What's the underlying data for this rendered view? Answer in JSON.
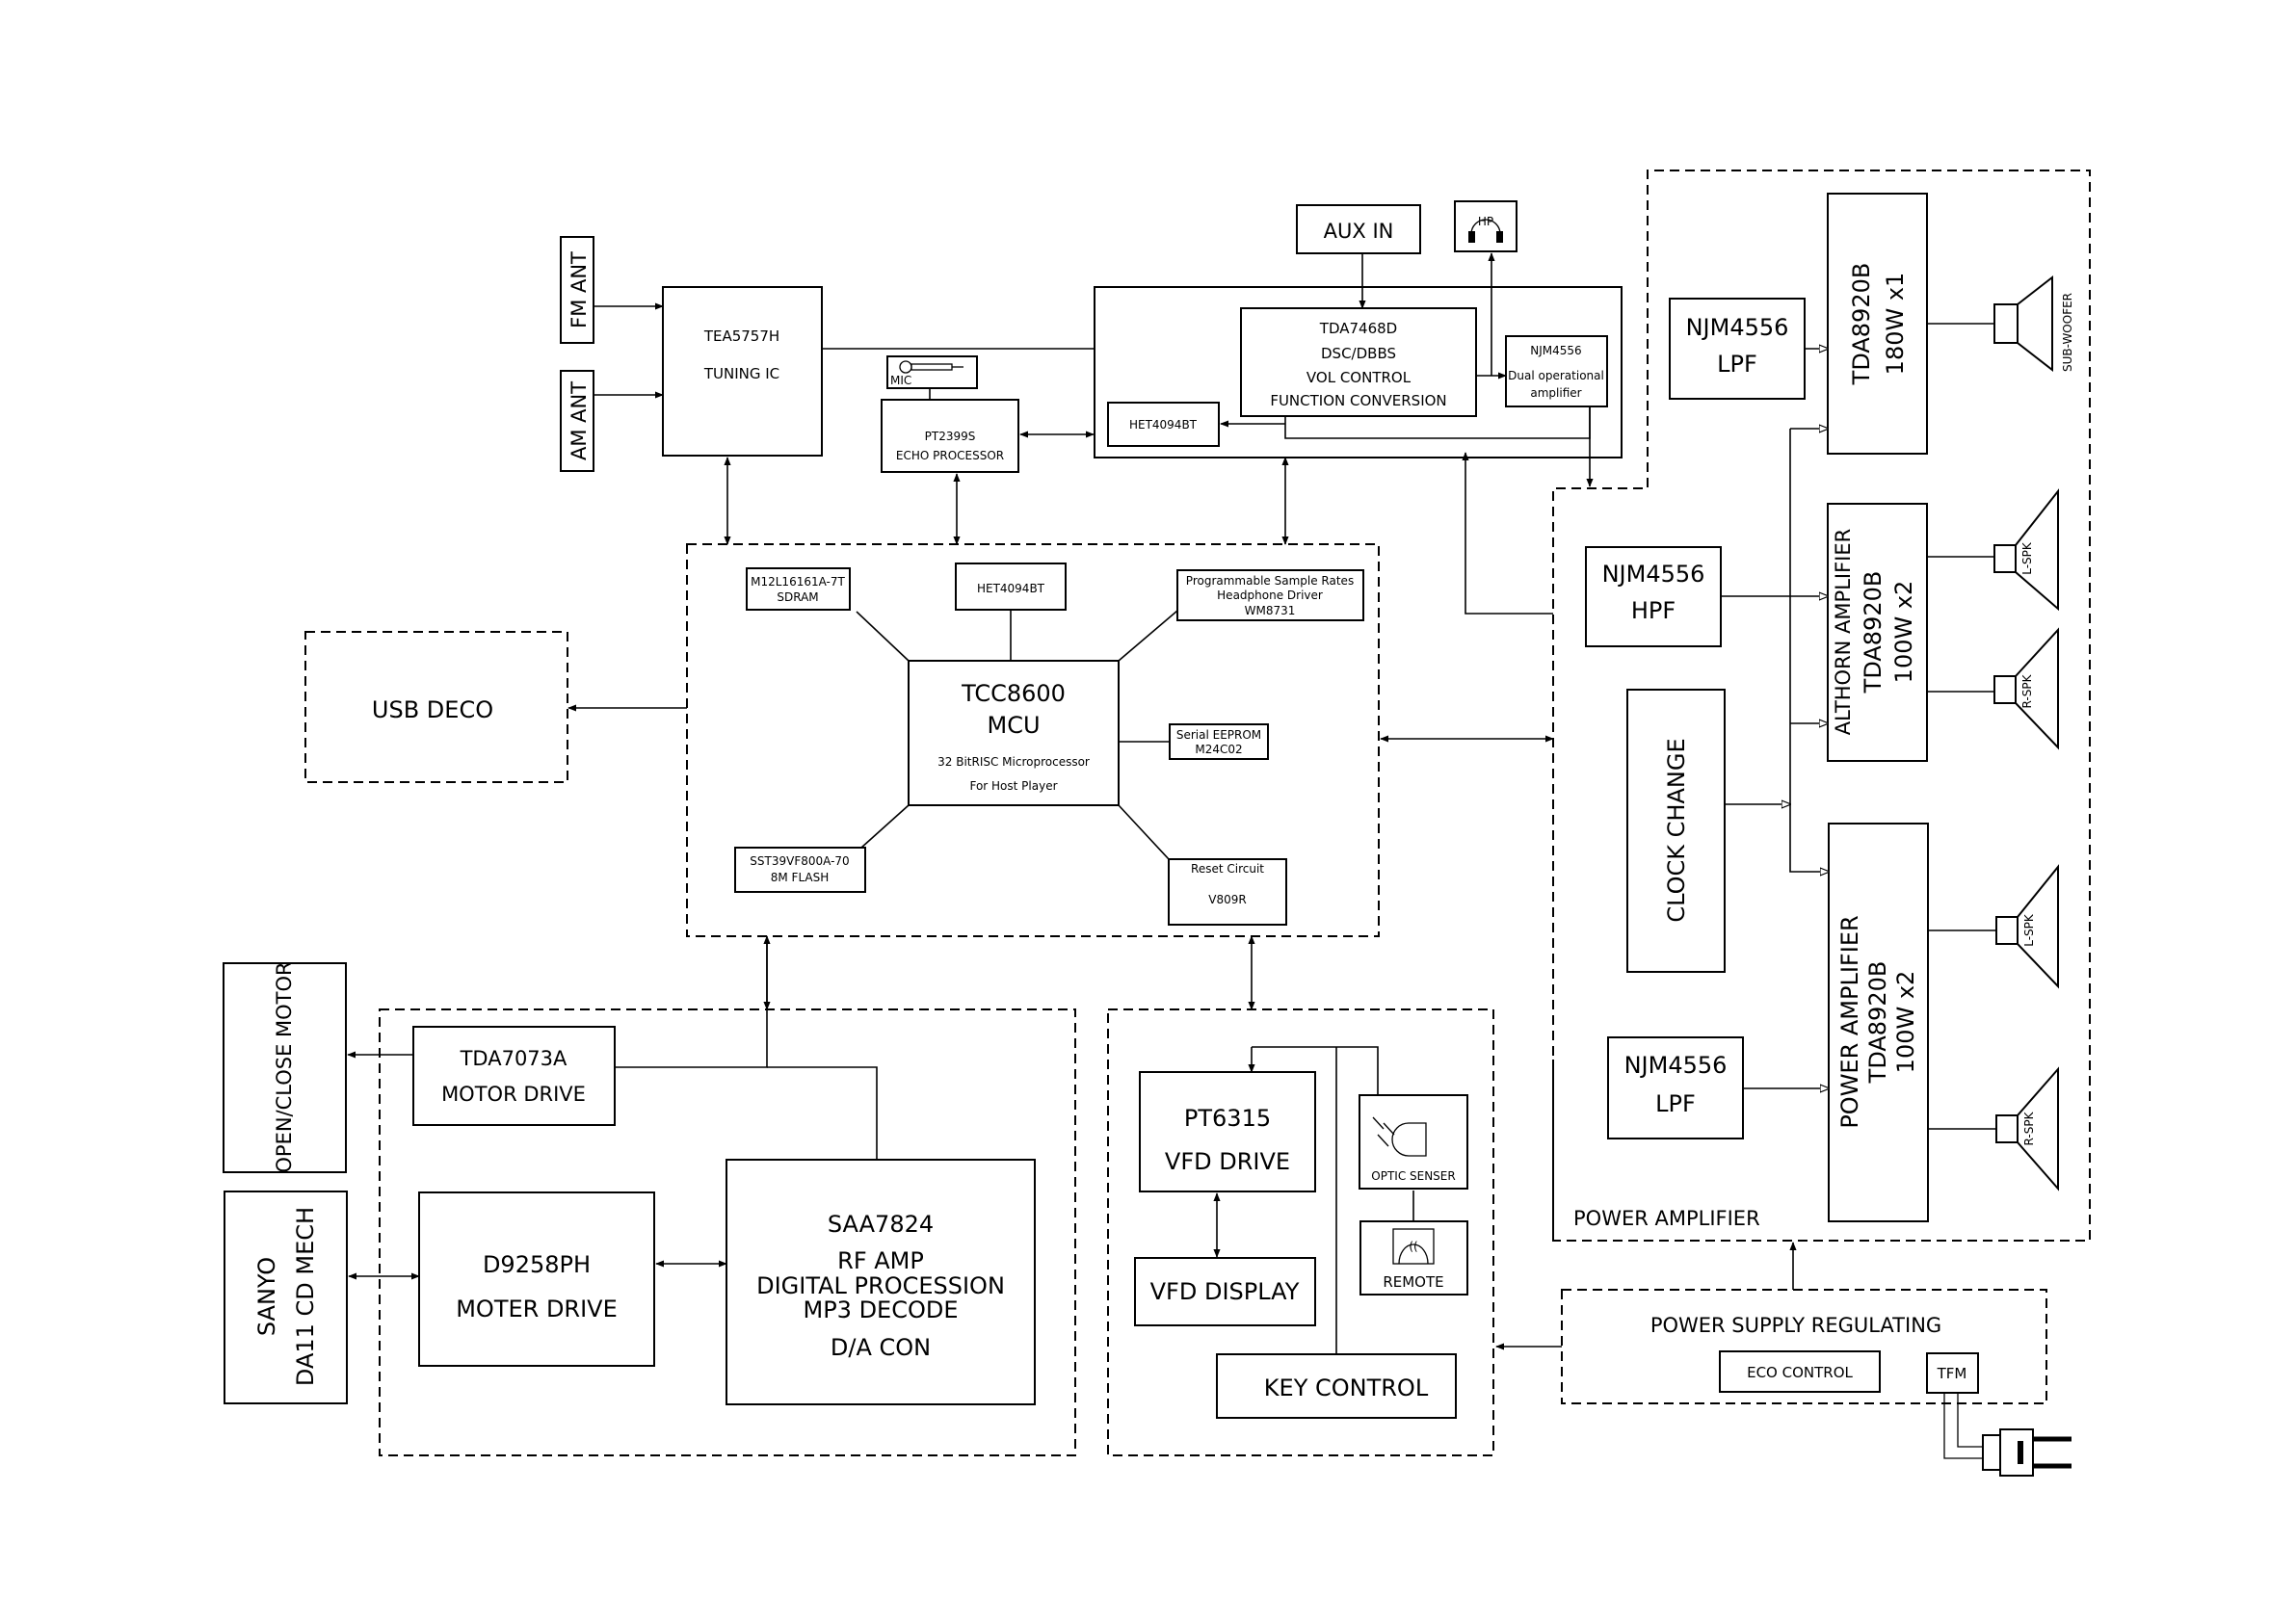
{
  "colors": {
    "line": "#000000",
    "background": "#ffffff"
  },
  "icons": [
    "headphone-icon",
    "microphone-icon",
    "speaker-icon",
    "optic-sensor-icon",
    "remote-icon",
    "power-plug-icon"
  ],
  "antennas": {
    "fm": "FM ANT",
    "am": "AM ANT"
  },
  "tuner": {
    "l1": "TEA5757H",
    "l2": "TUNING IC"
  },
  "mic": {
    "label": "MIC"
  },
  "echo": {
    "l1": "PT2399S",
    "l2": "ECHO PROCESSOR"
  },
  "aux": {
    "label": "AUX IN"
  },
  "hp": {
    "label": "HP"
  },
  "audio_proc": {
    "tda": {
      "l1": "TDA7468D",
      "l2": "DSC/DBBS",
      "l3": "VOL CONTROL",
      "l4": "FUNCTION CONVERSION"
    },
    "het": "HET4094BT",
    "njm": {
      "l1": "NJM4556",
      "l2": "Dual operational",
      "l3": "amplifier"
    }
  },
  "mcu_block": {
    "sdram": {
      "l1": "M12L16161A-7T",
      "l2": "SDRAM"
    },
    "het": "HET4094BT",
    "wm": {
      "l1": "Programmable Sample Rates",
      "l2": "Headphone Driver",
      "l3": "WM8731"
    },
    "mcu": {
      "l1": "TCC8600",
      "l2": "MCU",
      "l3": "32 BitRISC Microprocessor",
      "l4": "For Host Player"
    },
    "eeprom": {
      "l1": "Serial EEPROM",
      "l2": "M24C02"
    },
    "flash": {
      "l1": "SST39VF800A-70",
      "l2": "8M FLASH"
    },
    "reset": {
      "l1": "Reset Circuit",
      "l2": "V809R"
    }
  },
  "usb": {
    "label": "USB DECO"
  },
  "open_close": {
    "label": "OPEN/CLOSE MOTOR"
  },
  "cd_mech": {
    "l1": "SANYO",
    "l2": "DA11 CD MECH"
  },
  "servo": {
    "tda7073": {
      "l1": "TDA7073A",
      "l2": "MOTOR DRIVE"
    },
    "d9258": {
      "l1": "D9258PH",
      "l2": "MOTER DRIVE"
    },
    "saa": {
      "l1": "SAA7824",
      "l2": "RF AMP",
      "l3": "DIGITAL PROCESSION",
      "l4": "MP3 DECODE",
      "l5": "D/A CON"
    }
  },
  "front_panel": {
    "pt6315": {
      "l1": "PT6315",
      "l2": "VFD DRIVE"
    },
    "vfd_display": "VFD DISPLAY",
    "optic": "OPTIC SENSER",
    "remote": "REMOTE",
    "key": "KEY CONTROL"
  },
  "power_amp": {
    "title": "POWER AMPLIFIER",
    "njm_lpf_top": {
      "l1": "NJM4556",
      "l2": "LPF"
    },
    "njm_hpf": {
      "l1": "NJM4556",
      "l2": "HPF"
    },
    "njm_lpf_bottom": {
      "l1": "NJM4556",
      "l2": "LPF"
    },
    "clock": "CLOCK CHANGE",
    "amp_sub": {
      "l1": "TDA8920B",
      "l2": "180W x1"
    },
    "amp_althorn": {
      "l1": "ALTHORN AMPLIFIER",
      "l2": "TDA8920B",
      "l3": "100W x2"
    },
    "amp_power": {
      "l1": "POWER AMPLIFIER",
      "l2": "TDA8920B",
      "l3": "100W x2"
    },
    "spk_sub": "SUB-WOOFER",
    "spk_l1": "L-SPK",
    "spk_r1": "R-SPK",
    "spk_l2": "L-SPK",
    "spk_r2": "R-SPK"
  },
  "psu": {
    "title": "POWER SUPPLY REGULATING",
    "eco": "ECO CONTROL",
    "tfm": "TFM"
  }
}
